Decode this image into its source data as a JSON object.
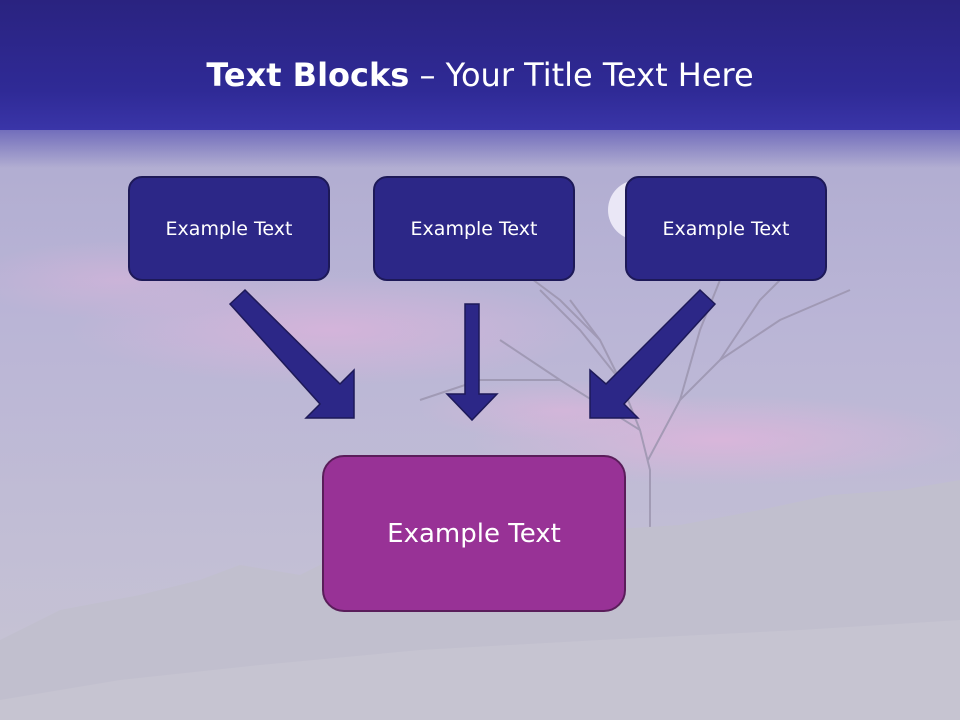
{
  "slide": {
    "title_bold": "Text Blocks",
    "title_separator": " – ",
    "title_rest": "Your Title Text Here"
  },
  "blocks": {
    "left": "Example Text",
    "center": "Example Text",
    "right": "Example Text",
    "bottom": "Example Text"
  },
  "colors": {
    "header": "#2f2a96",
    "top_block_fill": "#2c2787",
    "bottom_block_fill": "#983296",
    "arrow_fill": "#2c2787",
    "background": "#c7c5d3"
  }
}
